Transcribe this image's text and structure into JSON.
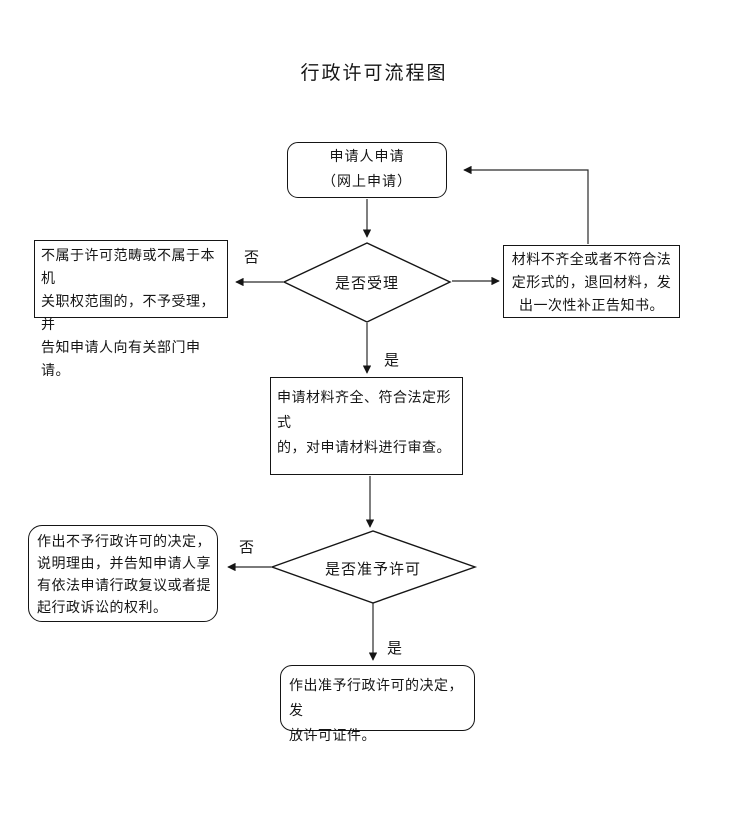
{
  "title": "行政许可流程图",
  "colors": {
    "ink": "#151515",
    "background": "#ffffff"
  },
  "flowchart": {
    "nodes": {
      "start": {
        "label": "申请人申请\n（网上申请）",
        "shape": "rounded-rect"
      },
      "decision_accept": {
        "label": "是否受理",
        "shape": "diamond"
      },
      "reject_scope": {
        "label": "不属于许可范畴或不属于本机\n关职权范围的，不予受理，并\n告知申请人向有关部门申请。",
        "shape": "rect"
      },
      "return_materials": {
        "label": "材料不齐全或者不符合法\n定形式的，退回材料，发\n出一次性补正告知书。",
        "shape": "rect"
      },
      "review": {
        "label": "申请材料齐全、符合法定形式\n的，对申请材料进行审查。",
        "shape": "rect"
      },
      "decision_grant": {
        "label": "是否准予许可",
        "shape": "diamond"
      },
      "deny": {
        "label": "作出不予行政许可的决定，\n说明理由，并告知申请人享\n有依法申请行政复议或者提\n起行政诉讼的权利。",
        "shape": "rounded-rect"
      },
      "grant": {
        "label": "作出准予行政许可的决定，发\n放许可证件。",
        "shape": "rounded-rect"
      }
    },
    "edges": {
      "accept_no": {
        "label": "否"
      },
      "accept_yes": {
        "label": "是"
      },
      "grant_no": {
        "label": "否"
      },
      "grant_yes": {
        "label": "是"
      }
    }
  }
}
